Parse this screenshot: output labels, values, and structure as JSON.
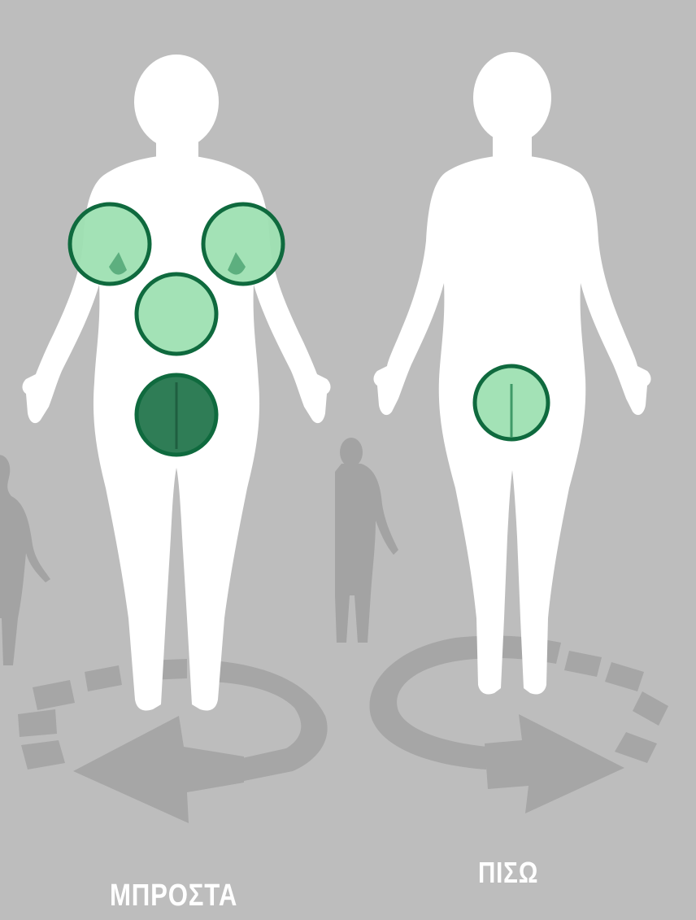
{
  "views": {
    "front": {
      "label": "ΜΠΡΟΣΤΑ"
    },
    "back": {
      "label": "ΠΙΣΩ"
    }
  },
  "colors": {
    "background": "#bdbdbd",
    "figure": "#ffffff",
    "ghost_figure": "#a3a3a3",
    "rotate_arrow": "#a6a6a6",
    "spot_fill": "#9ee0b2",
    "spot_fill_selected": "#2f7d56",
    "spot_stroke": "#0f6a3e"
  },
  "injection_sites": {
    "front": [
      {
        "name": "left-upper-arm",
        "selected": false
      },
      {
        "name": "right-upper-arm",
        "selected": false
      },
      {
        "name": "abdomen",
        "selected": false
      },
      {
        "name": "front-thigh",
        "selected": true
      }
    ],
    "back": [
      {
        "name": "back-thigh",
        "selected": false
      }
    ]
  },
  "icons": [
    "rotate-counterclockwise-arrow-icon",
    "rotate-clockwise-arrow-icon"
  ]
}
